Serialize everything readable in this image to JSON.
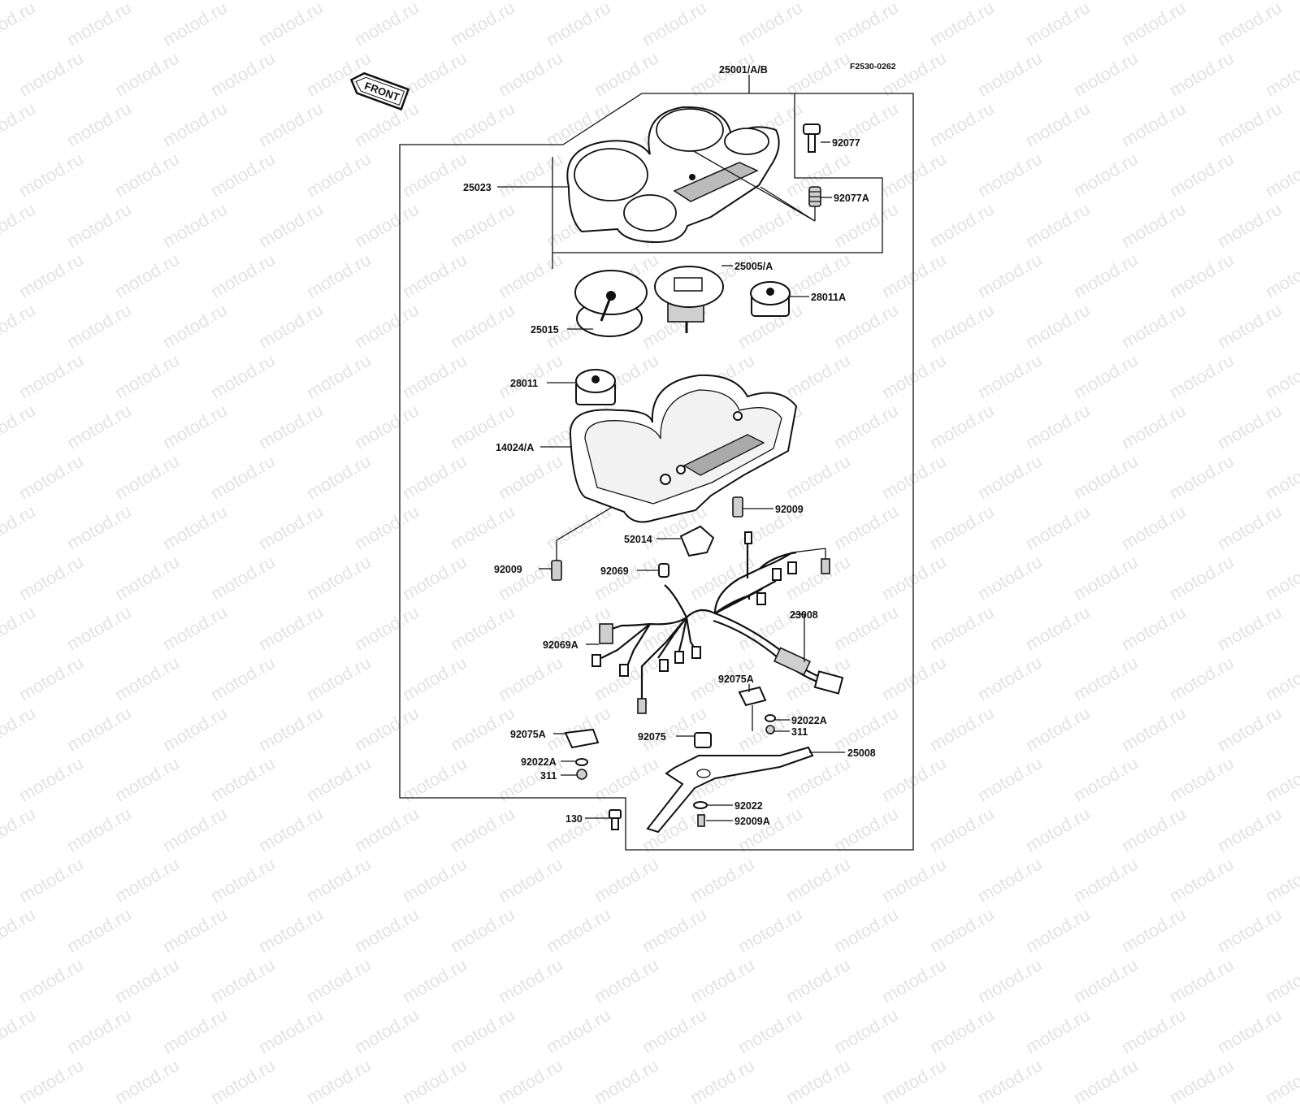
{
  "diagram": {
    "code": "F2530-0262",
    "watermark_text": "motod.ru",
    "front_label": "FRONT",
    "parts": [
      {
        "id": "p-25001",
        "label": "25001/A/B"
      },
      {
        "id": "p-92077",
        "label": "92077"
      },
      {
        "id": "p-92077a",
        "label": "92077A"
      },
      {
        "id": "p-25023",
        "label": "25023"
      },
      {
        "id": "p-25005a",
        "label": "25005/A"
      },
      {
        "id": "p-28011a",
        "label": "28011A"
      },
      {
        "id": "p-25015",
        "label": "25015"
      },
      {
        "id": "p-28011",
        "label": "28011"
      },
      {
        "id": "p-14024a",
        "label": "14024/A"
      },
      {
        "id": "p-92009-r",
        "label": "92009"
      },
      {
        "id": "p-52014",
        "label": "52014"
      },
      {
        "id": "p-92009-l",
        "label": "92009"
      },
      {
        "id": "p-92069",
        "label": "92069"
      },
      {
        "id": "p-23008",
        "label": "23008"
      },
      {
        "id": "p-92069a",
        "label": "92069A"
      },
      {
        "id": "p-92075a-r",
        "label": "92075A"
      },
      {
        "id": "p-92022a-r",
        "label": "92022A"
      },
      {
        "id": "p-311-r",
        "label": "311"
      },
      {
        "id": "p-92075a-l",
        "label": "92075A"
      },
      {
        "id": "p-92075",
        "label": "92075"
      },
      {
        "id": "p-25008",
        "label": "25008"
      },
      {
        "id": "p-92022a-l",
        "label": "92022A"
      },
      {
        "id": "p-311-l",
        "label": "311"
      },
      {
        "id": "p-92022",
        "label": "92022"
      },
      {
        "id": "p-130",
        "label": "130"
      },
      {
        "id": "p-92009a",
        "label": "92009A"
      }
    ]
  }
}
